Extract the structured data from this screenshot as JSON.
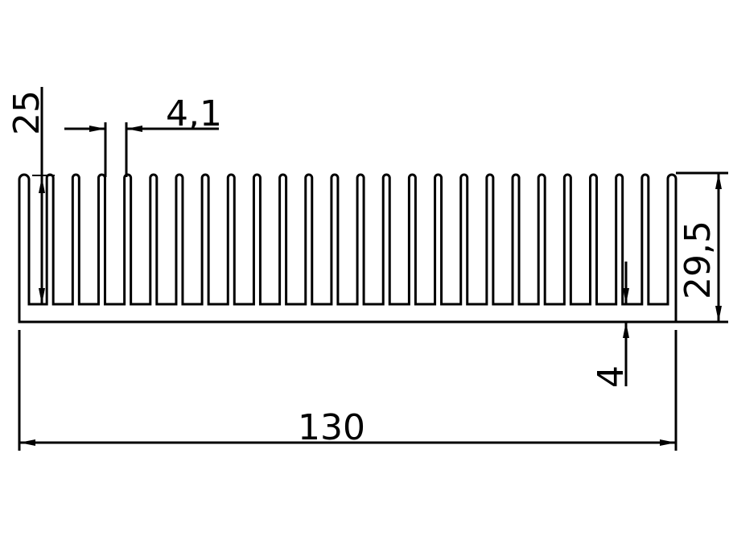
{
  "drawing": {
    "title": "Heatsink profile",
    "fin_count": 26,
    "dimensions": {
      "overall_width": "130",
      "fin_height": "25",
      "fin_gap": "4,1",
      "total_height": "29,5",
      "base_thickness": "4"
    },
    "line_color": "#000000",
    "background": "#ffffff"
  }
}
